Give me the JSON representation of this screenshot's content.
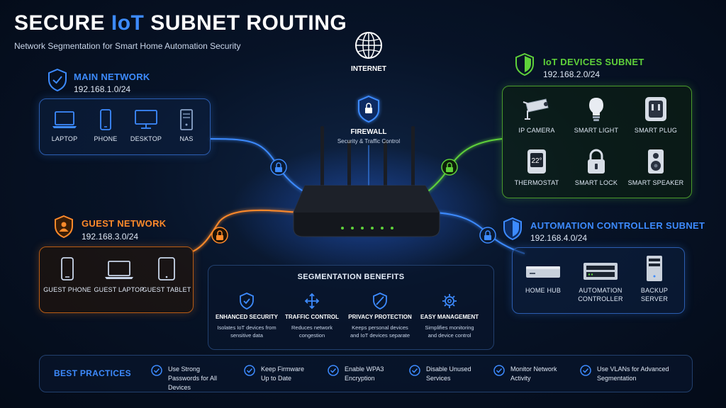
{
  "header": {
    "title_part1": "SECURE ",
    "title_highlight": "IoT",
    "title_part2": " SUBNET ROUTING",
    "subtitle": "Network Segmentation for Smart Home Automation Security"
  },
  "internet": {
    "label": "INTERNET",
    "icon": "globe-icon"
  },
  "firewall": {
    "label": "FIREWALL",
    "sublabel": "Security & Traffic Control",
    "icon": "lock-shield-icon"
  },
  "main_network": {
    "title": "MAIN NETWORK",
    "ip": "192.168.1.0/24",
    "color": "#3d8bff",
    "devices": [
      {
        "label": "LAPTOP",
        "icon": "laptop-icon"
      },
      {
        "label": "PHONE",
        "icon": "phone-icon"
      },
      {
        "label": "DESKTOP",
        "icon": "desktop-icon"
      },
      {
        "label": "NAS",
        "icon": "nas-icon"
      }
    ]
  },
  "guest_network": {
    "title": "GUEST NETWORK",
    "ip": "192.168.3.0/24",
    "color": "#ff8a2a",
    "devices": [
      {
        "label": "GUEST PHONE",
        "icon": "phone-icon"
      },
      {
        "label": "GUEST LAPTOP",
        "icon": "laptop-icon"
      },
      {
        "label": "GUEST TABLET",
        "icon": "tablet-icon"
      }
    ]
  },
  "iot_subnet": {
    "title": "IoT DEVICES SUBNET",
    "ip": "192.168.2.0/24",
    "color": "#5fd13a",
    "devices": [
      {
        "label": "IP CAMERA",
        "icon": "camera-icon"
      },
      {
        "label": "SMART LIGHT",
        "icon": "bulb-icon"
      },
      {
        "label": "SMART PLUG",
        "icon": "plug-icon"
      },
      {
        "label": "THERMOSTAT",
        "icon": "thermostat-icon",
        "display": "22°"
      },
      {
        "label": "SMART LOCK",
        "icon": "lock-icon"
      },
      {
        "label": "SMART SPEAKER",
        "icon": "speaker-icon"
      }
    ]
  },
  "automation_subnet": {
    "title": "AUTOMATION CONTROLLER SUBNET",
    "ip": "192.168.4.0/24",
    "color": "#3d8bff",
    "devices": [
      {
        "label": "HOME HUB",
        "icon": "hub-icon"
      },
      {
        "label": "AUTOMATION\nCONTROLLER",
        "icon": "controller-icon"
      },
      {
        "label": "BACKUP\nSERVER",
        "icon": "server-icon"
      }
    ]
  },
  "benefits": {
    "title": "SEGMENTATION BENEFITS",
    "items": [
      {
        "title": "ENHANCED SECURITY",
        "desc": "Isolates IoT devices from sensitive data",
        "icon": "shield-check-icon"
      },
      {
        "title": "TRAFFIC CONTROL",
        "desc": "Reduces network congestion",
        "icon": "arrows-icon"
      },
      {
        "title": "PRIVACY PROTECTION",
        "desc": "Keeps personal devices and IoT devices separate",
        "icon": "shield-slash-icon"
      },
      {
        "title": "EASY MANAGEMENT",
        "desc": "Simplifies monitoring and device control",
        "icon": "gear-icon"
      }
    ]
  },
  "best_practices": {
    "title": "BEST PRACTICES",
    "items": [
      {
        "text": "Use Strong Passwords for All Devices"
      },
      {
        "text": "Keep Firmware Up to Date"
      },
      {
        "text": "Enable WPA3 Encryption"
      },
      {
        "text": "Disable Unused Services"
      },
      {
        "text": "Monitor Network Activity"
      },
      {
        "text": "Use VLANs for Advanced Segmentation"
      }
    ]
  },
  "colors": {
    "blue": "#3d8bff",
    "green": "#5fd13a",
    "orange": "#ff8a2a",
    "background": "#071327"
  }
}
